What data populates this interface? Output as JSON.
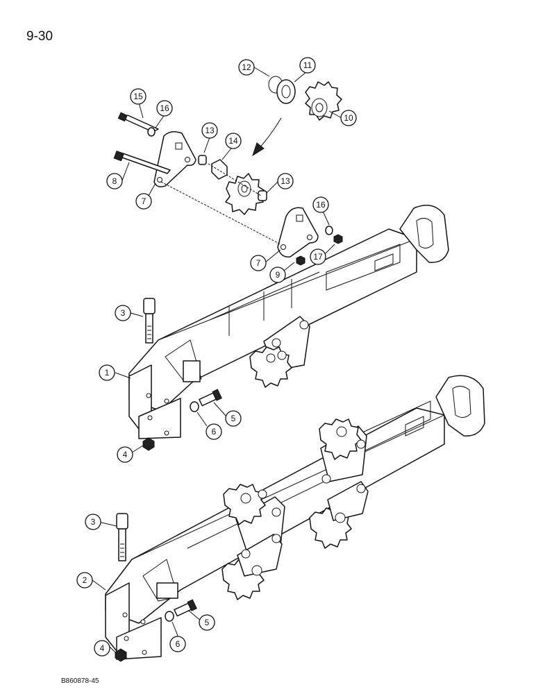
{
  "page": {
    "number": "9-30",
    "figure_code": "B860878-45"
  },
  "callouts": {
    "c1": "1",
    "c2": "2",
    "c3a": "3",
    "c3b": "3",
    "c4a": "4",
    "c4b": "4",
    "c5a": "5",
    "c5b": "5",
    "c6a": "6",
    "c6b": "6",
    "c7a": "7",
    "c7b": "7",
    "c8": "8",
    "c9": "9",
    "c10": "10",
    "c11": "11",
    "c12": "12",
    "c13a": "13",
    "c13b": "13",
    "c14": "14",
    "c15": "15",
    "c16a": "16",
    "c16b": "16",
    "c17": "17"
  }
}
